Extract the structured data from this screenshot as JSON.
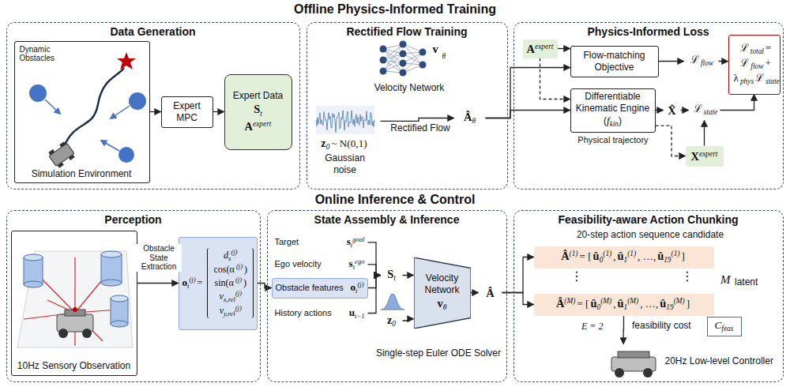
{
  "diagram": {
    "title": "Offline Physics-Informed Training",
    "nodes": [
      {
        "text": [
          "Data Generation"
        ]
      },
      {
        "text": [
          "Dynamic Obstacles",
          "Simulation Environment"
        ],
        "in": 0
      },
      {
        "text": [
          "Expert MPC"
        ],
        "in": 0
      },
      {
        "text": [
          "Expert Data",
          "S",
          "t",
          "A",
          "expert"
        ],
        "in": 0
      },
      {
        "text": [
          "Rectified Flow Training"
        ]
      },
      {
        "text": [
          "z",
          "0",
          "~ N(0,1)",
          "Gaussian noise"
        ],
        "in": 4
      },
      {
        "text": [
          "v",
          "θ",
          "Velocity Network"
        ],
        "in": 4
      },
      {
        "text": [
          "Â",
          "θ"
        ],
        "in": 4
      },
      {
        "text": [
          "Physics-Informed Loss"
        ]
      },
      {
        "text": [
          "A",
          "expert"
        ],
        "in": 8
      },
      {
        "text": [
          "Flow-matching Objective"
        ],
        "in": 8
      },
      {
        "text": [
          "ℒ",
          "flow"
        ],
        "in": 8
      },
      {
        "text": [
          "Differentiable Kinematic Engine (",
          "f",
          "kin",
          ")"
        ],
        "in": 8
      },
      {
        "text": [
          "X̂"
        ],
        "in": 8
      },
      {
        "text": [
          "ℒ",
          "state"
        ],
        "in": 8
      },
      {
        "text": [
          "X",
          "expert"
        ],
        "in": 8
      },
      {
        "text": [
          "ℒ",
          "total",
          "=",
          "ℒ",
          "flow",
          "+",
          "λ",
          "phys",
          "ℒ",
          "state"
        ],
        "in": 8
      },
      {
        "text": [
          "Perception"
        ]
      },
      {
        "text": [
          "10Hz Sensory Observation"
        ],
        "in": 17
      },
      {
        "text": [
          "o",
          "t",
          "(j)",
          "=",
          "d",
          "s",
          "(j)",
          "cos(α",
          "(j)",
          ")",
          "sin(α",
          "(j)",
          ")",
          "v",
          "x,rel",
          "(j)",
          "v",
          "y,rel",
          "(j)"
        ],
        "in": 17
      },
      {
        "text": [
          "State Assembly & Inference"
        ]
      },
      {
        "text": [
          "Target",
          "s",
          "t",
          "goal"
        ],
        "in": 20
      },
      {
        "text": [
          "Ego velocity",
          "s",
          "t",
          "ego"
        ],
        "in": 20
      },
      {
        "text": [
          "Obstacle features",
          "o",
          "t",
          "(j)"
        ],
        "in": 20
      },
      {
        "text": [
          "History actions",
          "u",
          "t−1"
        ],
        "in": 20
      },
      {
        "text": [
          "S",
          "t"
        ],
        "in": 20
      },
      {
        "text": [
          "z",
          "0"
        ],
        "in": 20
      },
      {
        "text": [
          "Velocity Network",
          "v",
          "θ"
        ],
        "in": 20
      },
      {
        "text": [
          "Â"
        ],
        "in": 20
      },
      {
        "text": [
          "Feasibility-aware Action Chunking"
        ]
      },
      {
        "text": [
          "Â",
          "(1)",
          "= [",
          "û",
          "0",
          "(1)",
          ",",
          "û",
          "1",
          "(1)",
          ", …,",
          "û",
          "19",
          "(1)",
          "]"
        ],
        "in": 29
      },
      {
        "text": [
          "Â",
          "(M)",
          "= [",
          "û",
          "0",
          "(M)",
          ",",
          "û",
          "1",
          "(M)",
          ", …,",
          "û",
          "19",
          "(M)",
          "]"
        ],
        "in": 29
      },
      {
        "text": [
          "C",
          "feas"
        ],
        "in": 29
      },
      {
        "text": [
          "20Hz Low-level Controller"
        ],
        "in": 29
      }
    ],
    "edges": [
      {
        "from": 1,
        "to": 2,
        "arrow": "to"
      },
      {
        "from": 2,
        "to": 3,
        "arrow": "to"
      },
      {
        "from": 5,
        "to": 7,
        "arrow": "to",
        "label": "Rectified Flow"
      },
      {
        "from": 7,
        "to": 10,
        "arrow": "to"
      },
      {
        "from": 7,
        "to": 12,
        "arrow": "to"
      },
      {
        "from": 9,
        "to": 10,
        "arrow": "to"
      },
      {
        "from": 9,
        "to": 12,
        "arrow": "to"
      },
      {
        "from": 10,
        "to": 11,
        "arrow": "to"
      },
      {
        "from": 12,
        "to": 13,
        "arrow": "to"
      },
      {
        "from": 13,
        "to": 14,
        "arrow": "to"
      },
      {
        "from": 12,
        "to": 15,
        "arrow": "to"
      },
      {
        "from": 15,
        "to": 14,
        "arrow": "to"
      },
      {
        "from": 11,
        "to": 16,
        "arrow": "to"
      },
      {
        "from": 14,
        "to": 16,
        "arrow": "to"
      },
      {
        "from": 18,
        "to": 19,
        "arrow": "to",
        "label": "Obstacle State Extraction"
      },
      {
        "from": 19,
        "to": 23,
        "arrow": "to"
      },
      {
        "from": 21,
        "to": 25,
        "arrow": "to"
      },
      {
        "from": 22,
        "to": 25,
        "arrow": "to"
      },
      {
        "from": 23,
        "to": 25,
        "arrow": "to"
      },
      {
        "from": 24,
        "to": 25,
        "arrow": "to"
      },
      {
        "from": 25,
        "to": 27,
        "arrow": "to"
      },
      {
        "from": 26,
        "to": 27,
        "arrow": "to"
      },
      {
        "from": 27,
        "to": 28,
        "arrow": "to"
      },
      {
        "from": 28,
        "to": 30,
        "arrow": "to"
      },
      {
        "from": 28,
        "to": 31,
        "arrow": "to"
      },
      {
        "from": 31,
        "to": 33,
        "arrow": "to"
      }
    ],
    "labels": [
      "Online Inference & Control",
      "Physical trajectory",
      "Single-step Euler ODE Solver",
      "20-step action sequence candidate",
      "⋮",
      "⋮",
      "M",
      "latent",
      "E = 2",
      "feasibility cost"
    ]
  }
}
